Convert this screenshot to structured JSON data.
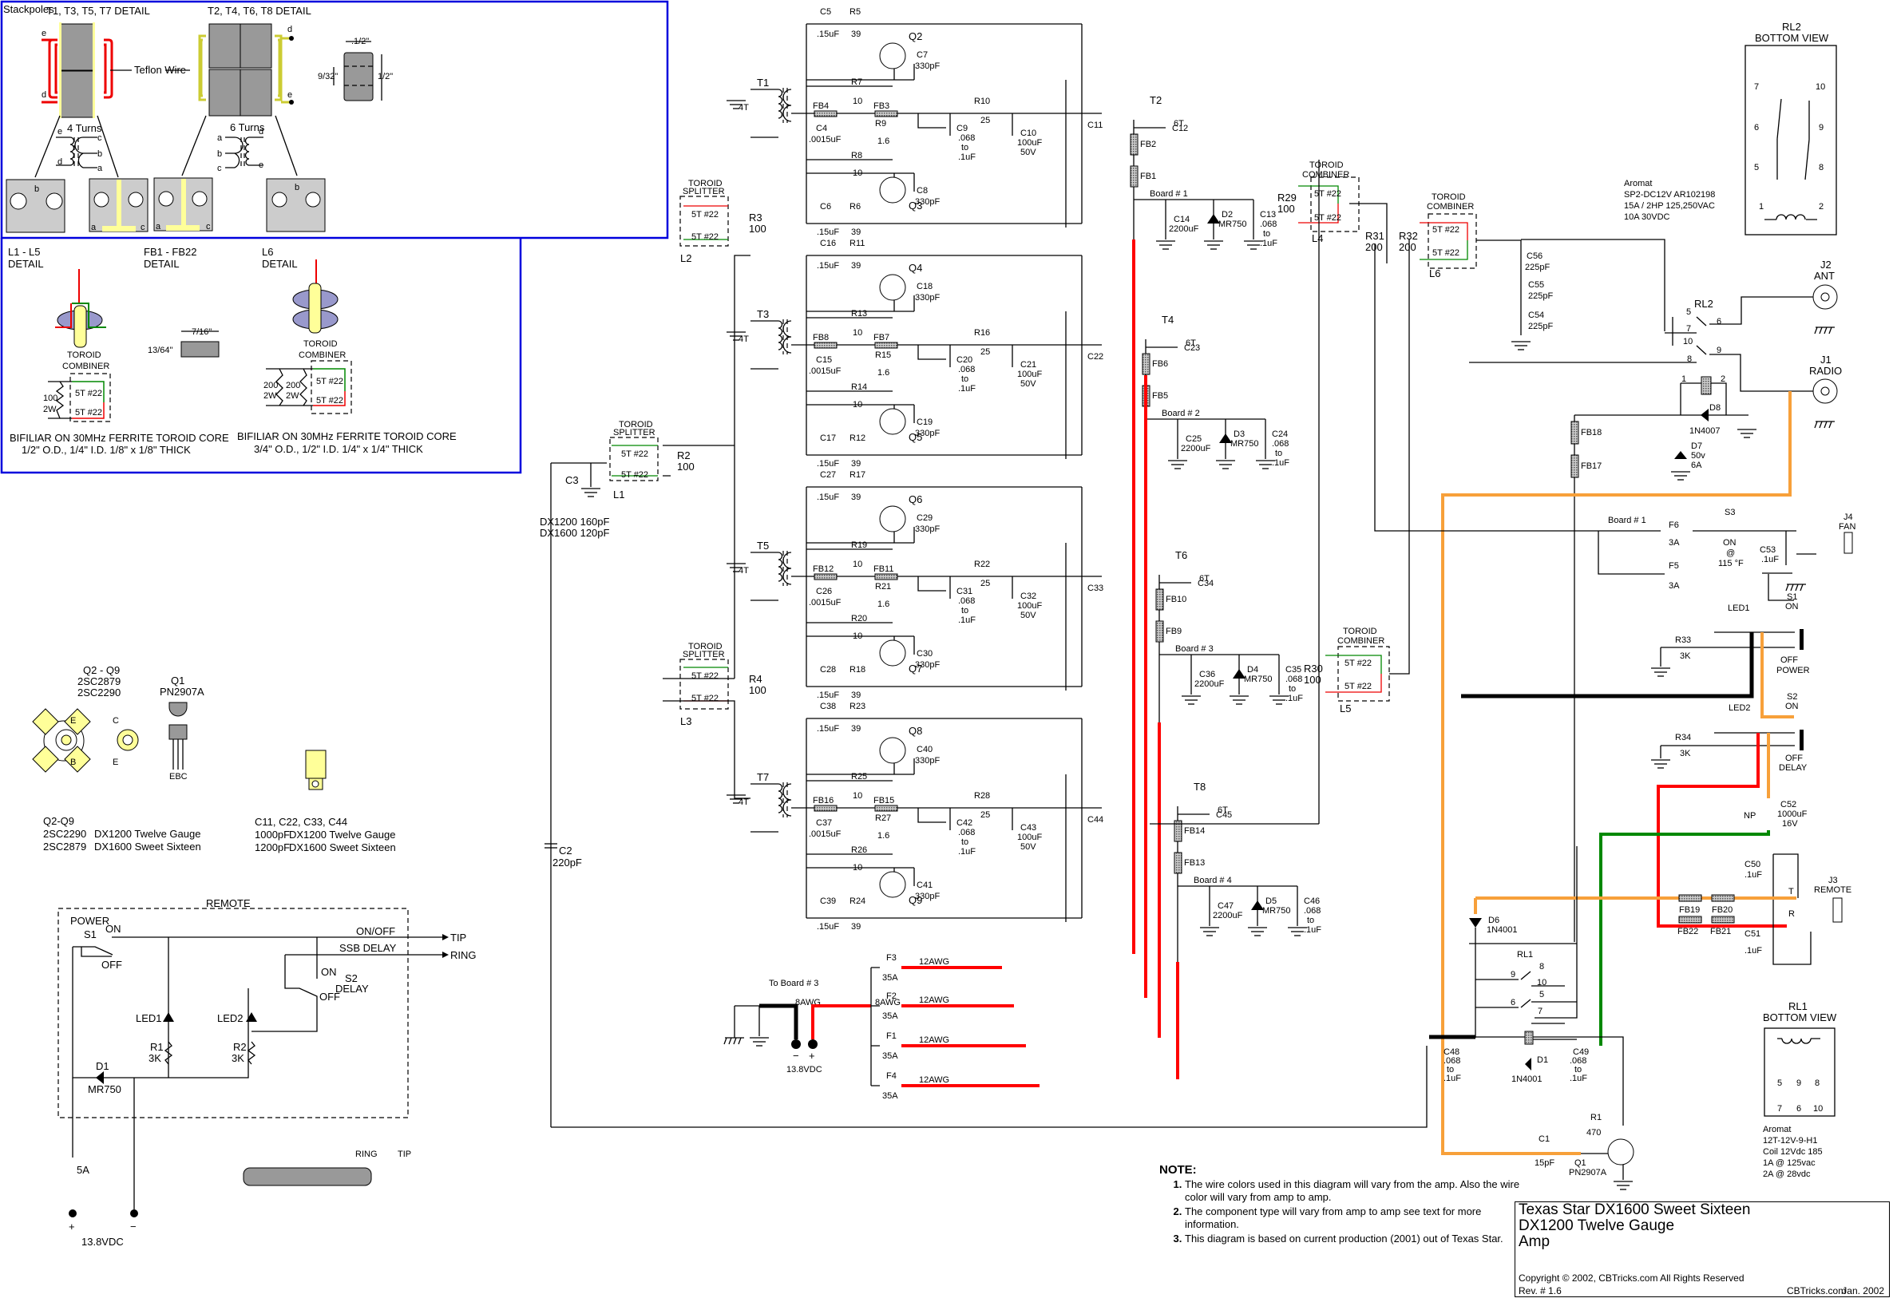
{
  "title_block": {
    "line1": "Texas Star DX1600 Sweet Sixteen",
    "line2": "DX1200 Twelve Gauge",
    "line3": "Amp",
    "copyright": "Copyright © 2002, CBTricks.com All Rights Reserved",
    "revision": "Rev. # 1.6",
    "site": "CBTricks.com",
    "date": "Jan. 2002"
  },
  "notes": {
    "heading": "NOTE:",
    "items": [
      "The wire colors used in this diagram will vary from the amp. Also the wire color will vary from amp to amp.",
      "The component type will vary from amp to amp see text for more information.",
      "This diagram is based on current production (2001) out of Texas Star."
    ]
  },
  "detail_transformers": {
    "brand": "Stackpoles",
    "t_odd_title": "T1, T3, T5, T7 DETAIL",
    "t_even_title": "T2, T4, T6, T8 DETAIL",
    "wire_label": "Teflon Wire",
    "t_odd_turns": "4 Turns",
    "t_even_turns": "6 Turns",
    "dim_width": ".1/2\"",
    "dim_height": "1/2\"",
    "dim_inner": "9/32\"",
    "pins": {
      "a": "a",
      "b": "b",
      "c": "c",
      "d": "d",
      "e": "e"
    }
  },
  "detail_inductors": {
    "l1_l5_title": "L1 - L5",
    "l6_title": "L6",
    "fb_title": "FB1 - FB22",
    "detail_word": "DETAIL",
    "combiner_line1": "TOROID",
    "combiner_line2": "COMBINER",
    "fb_length": "7/16\"",
    "fb_height": "13/64\"",
    "winding": "5T #22",
    "l1_res": "100",
    "l1_res_w": "2W",
    "l6_res": "200",
    "l6_res_w": "2W",
    "l1_core_line1": "BIFILIAR ON 30MHz FERRITE TOROID CORE",
    "l1_core_line2": "1/2\" O.D., 1/4\" I.D. 1/8\" x 1/8\" THICK",
    "l6_core_line1": "BIFILIAR ON 30MHz FERRITE TOROID CORE",
    "l6_core_line2": "3/4\" O.D., 1/2\" I.D. 1/4\" x 1/4\" THICK"
  },
  "parts_info": {
    "q_title": "Q2 - Q9",
    "q_part1": "2SC2879",
    "q_part2": "2SC2290",
    "q1_title": "Q1",
    "q1_part": "PN2907A",
    "q1_pins": "EBC",
    "pin_e": "E",
    "pin_c": "C",
    "pin_b": "B",
    "q_table_title": "Q2-Q9",
    "q_table": [
      {
        "part": "2SC2290",
        "model": "DX1200 Twelve Gauge"
      },
      {
        "part": "2SC2879",
        "model": "DX1600 Sweet Sixteen"
      }
    ],
    "c_table_title": "C11, C22, C33, C44",
    "c_table": [
      {
        "value": "1000pF",
        "model": "DX1200 Twelve Gauge"
      },
      {
        "value": "1200pF",
        "model": "DX1600 Sweet Sixteen"
      }
    ]
  },
  "remote": {
    "title": "REMOTE",
    "power": "POWER",
    "s1": "S1",
    "on": "ON",
    "off": "OFF",
    "onoff": "ON/OFF",
    "ssb_delay": "SSB DELAY",
    "tip": "TIP",
    "ring": "RING",
    "s2": "S2",
    "delay": "DELAY",
    "led1": "LED1",
    "led2": "LED2",
    "r1": "R1",
    "r2": "R2",
    "r_val": "3K",
    "d1": "D1",
    "d1_part": "MR750",
    "fuse": "5A",
    "supply": "13.8VDC",
    "plus": "+",
    "minus": "−",
    "plug_ring": "RING",
    "plug_tip": "TIP"
  },
  "input": {
    "c2": "C2",
    "c2_val": "220pF",
    "c3": "C3",
    "c3_dx1200": "DX1200  160pF",
    "c3_dx1600": "DX1600  120pF",
    "splitter1": "TOROID",
    "splitter2": "SPLITTER",
    "winding": "5T #22",
    "l1": "L1",
    "l2": "L2",
    "l3": "L3",
    "r2": "R2",
    "r3": "R3",
    "r4": "R4",
    "r_val": "100"
  },
  "stages": [
    {
      "t": "T1",
      "qa": "Q2",
      "qb": "Q3",
      "c_top": "C5",
      "r_top": "R5",
      "c_bot": "C6",
      "r_bot": "R6",
      "c_qa": "C7",
      "c_qb": "C8",
      "r_e1": "R7",
      "r_e2": "R8",
      "fb_a": "FB4",
      "fb_b": "FB3",
      "r_fb": "R9",
      "c_mid": "C4",
      "c_dec": "C9",
      "r_ser": "R10",
      "c_elec": "C10",
      "c_big": "C11"
    },
    {
      "t": "T3",
      "qa": "Q4",
      "qb": "Q5",
      "c_top": "C16",
      "r_top": "R11",
      "c_bot": "C17",
      "r_bot": "R12",
      "c_qa": "C18",
      "c_qb": "C19",
      "r_e1": "R13",
      "r_e2": "R14",
      "fb_a": "FB8",
      "fb_b": "FB7",
      "r_fb": "R15",
      "c_mid": "C15",
      "c_dec": "C20",
      "r_ser": "R16",
      "c_elec": "C21",
      "c_big": "C22"
    },
    {
      "t": "T5",
      "qa": "Q6",
      "qb": "Q7",
      "c_top": "C27",
      "r_top": "R17",
      "c_bot": "C28",
      "r_bot": "R18",
      "c_qa": "C29",
      "c_qb": "C30",
      "r_e1": "R19",
      "r_e2": "R20",
      "fb_a": "FB12",
      "fb_b": "FB11",
      "r_fb": "R21",
      "c_mid": "C26",
      "c_dec": "C31",
      "r_ser": "R22",
      "c_elec": "C32",
      "c_big": "C33"
    },
    {
      "t": "T7",
      "qa": "Q8",
      "qb": "Q9",
      "c_top": "C38",
      "r_top": "R23",
      "c_bot": "C39",
      "r_bot": "R24",
      "c_qa": "C40",
      "c_qb": "C41",
      "r_e1": "R25",
      "r_e2": "R26",
      "fb_a": "FB16",
      "fb_b": "FB15",
      "r_fb": "R27",
      "c_mid": "C37",
      "c_dec": "C42",
      "r_ser": "R28",
      "c_elec": "C43",
      "c_big": "C44"
    }
  ],
  "stage_values": {
    "c_coupling": ".15uF",
    "r_coupling": "39",
    "c_q": "330pF",
    "r_e": "10",
    "c_mid": ".0015uF",
    "r_fb": "1.6",
    "c_dec1": ".068",
    "c_dec2": "to",
    "c_dec3": ".1uF",
    "r_ser": "25",
    "c_elec1": "100uF",
    "c_elec2": "50V",
    "turns_in": "4T",
    "turns_out": "6T"
  },
  "output_stages": [
    {
      "t": "T2",
      "fb_top": "FB2",
      "fb_bot": "FB1",
      "c_bypass": "C12",
      "board": "Board # 1",
      "c_elec": "C14",
      "diode": "D2",
      "c_dec": "C13"
    },
    {
      "t": "T4",
      "fb_top": "FB6",
      "fb_bot": "FB5",
      "c_bypass": "C23",
      "board": "Board # 2",
      "c_elec": "C25",
      "diode": "D3",
      "c_dec": "C24"
    },
    {
      "t": "T6",
      "fb_top": "FB10",
      "fb_bot": "FB9",
      "c_bypass": "C34",
      "board": "Board # 3",
      "c_elec": "C36",
      "diode": "D4",
      "c_dec": "C35"
    },
    {
      "t": "T8",
      "fb_top": "FB14",
      "fb_bot": "FB13",
      "c_bypass": "C45",
      "board": "Board # 4",
      "c_elec": "C47",
      "diode": "D5",
      "c_dec": "C46"
    }
  ],
  "output_values": {
    "c_elec": "2200uF",
    "diode": "MR750"
  },
  "combiners": {
    "label1": "TOROID",
    "label2": "COMBINER",
    "winding": "5T #22",
    "l4": "L4",
    "l5": "L5",
    "l6": "L6",
    "r29": "R29",
    "r30": "R30",
    "r_100": "100",
    "r31": "R31",
    "r32": "R32",
    "r_200": "200",
    "c56": "C56",
    "c55": "C55",
    "c54": "C54",
    "c_val": "225pF"
  },
  "relay_section": {
    "rl2": "RL2",
    "pins": [
      "5",
      "6",
      "7",
      "10",
      "9",
      "8",
      "1",
      "2"
    ],
    "j2": "J2",
    "ant": "ANT",
    "j1": "J1",
    "radio": "RADIO",
    "d8": "D8",
    "d8_part": "1N4007",
    "d7": "D7",
    "d7_v": "50v",
    "d7_a": "6A",
    "fb18": "FB18",
    "fb17": "FB17"
  },
  "control": {
    "board1": "Board # 1",
    "f6": "F6",
    "f5": "F5",
    "f_val": "3A",
    "s3": "S3",
    "s3_on": "ON",
    "s3_at": "@",
    "s3_temp": "115 °F",
    "c53": "C53",
    "c53_val": ".1uF",
    "j4": "J4",
    "fan": "FAN",
    "s1": "S1",
    "on": "ON",
    "off": "OFF",
    "power": "POWER",
    "led1": "LED1",
    "r33": "R33",
    "r_val": "3K",
    "s2": "S2",
    "delay": "DELAY",
    "led2": "LED2",
    "r34": "R34",
    "c52": "C52",
    "c52_np": "NP",
    "c52_v1": "1000uF",
    "c52_v2": "16V",
    "c50": "C50",
    "c51": "C51",
    "c_val": ".1uF",
    "j3": "J3",
    "remote": "REMOTE",
    "t": "T",
    "r": "R",
    "fb19": "FB19",
    "fb20": "FB20",
    "fb22": "FB22",
    "fb21": "FB21",
    "d6": "D6",
    "d6_part": "1N4001",
    "rl1": "RL1",
    "rl1_pins": [
      "9",
      "8",
      "10",
      "6",
      "5",
      "7"
    ],
    "d1": "D1",
    "d1_part": "1N4001",
    "c48": "C48",
    "c49": "C49",
    "c_dec1": ".068",
    "c_dec2": "to",
    "c_dec3": ".1uF",
    "r1": "R1",
    "r1_val": "470",
    "c1": "C1",
    "c1_val": "15pF",
    "q1": "Q1",
    "q1_part": "PN2907A"
  },
  "power": {
    "to_board3": "To Board # 3",
    "awg8": "8AWG",
    "awg12": "12AWG",
    "fuses": [
      "F3",
      "F2",
      "F1",
      "F4"
    ],
    "fuse_val": "35A",
    "supply": "13.8VDC",
    "minus": "−",
    "plus": "+"
  },
  "rl2_view": {
    "title1": "RL2",
    "title2": "BOTTOM VIEW",
    "pins": [
      "7",
      "10",
      "6",
      "9",
      "5",
      "8",
      "1",
      "2"
    ],
    "maker": "Aromat",
    "part": "SP2-DC12V  AR102198",
    "rating1": "15A / 2HP 125,250VAC",
    "rating2": "10A 30VDC"
  },
  "rl1_view": {
    "title1": "RL1",
    "title2": "BOTTOM VIEW",
    "pins_top": [
      "5",
      "9",
      "8"
    ],
    "pins_bot": [
      "7",
      "6",
      "10"
    ],
    "maker": "Aromat",
    "part": "12T-12V-9-H1",
    "coil": "Coil 12Vdc  185",
    "rating1": "1A @ 125vac",
    "rating2": "2A @ 28vdc"
  },
  "colors": {
    "detail_border": "#0000dd",
    "wire_red": "#ff0000",
    "wire_orange": "#f7a03a",
    "wire_green": "#008800",
    "core_gray": "#999999",
    "tab_yellow": "#ffff99"
  }
}
